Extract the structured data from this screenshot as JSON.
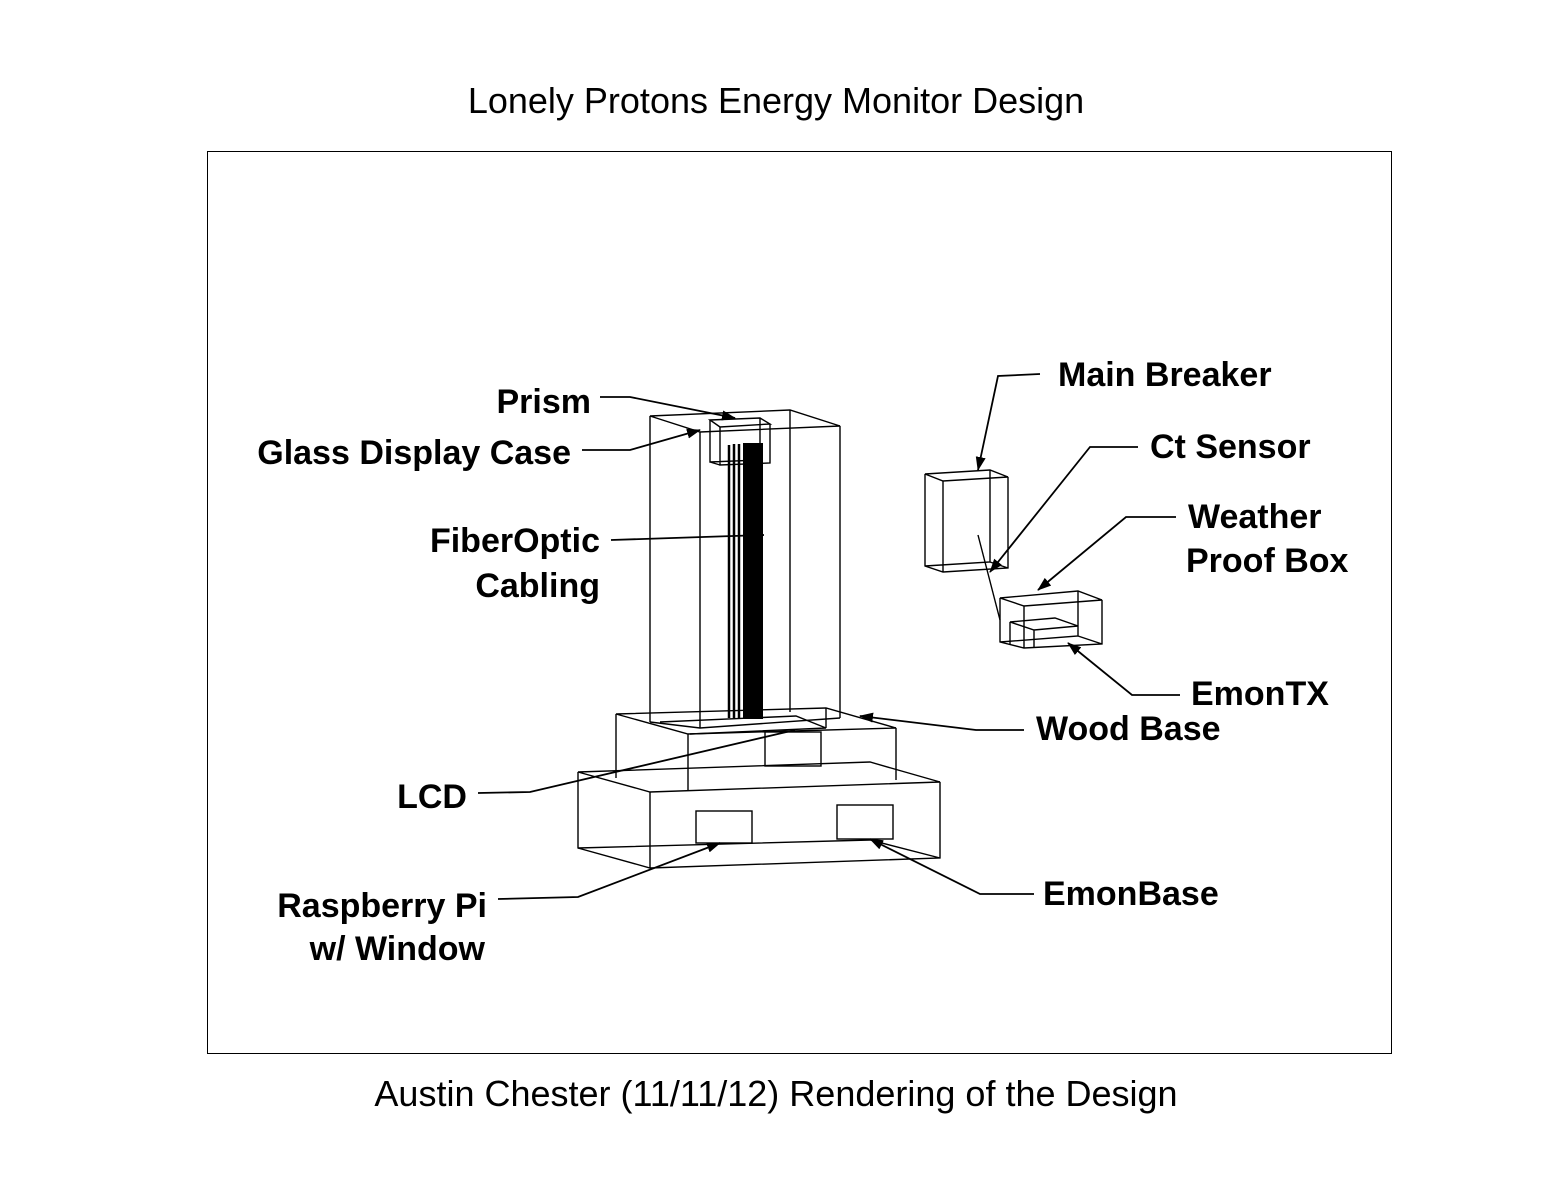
{
  "title": "Lonely Protons Energy Monitor Design",
  "caption": "Austin Chester (11/11/12) Rendering of the Design",
  "labels": {
    "prism": "Prism",
    "glass_display_case": "Glass Display Case",
    "fiber_optic_line1": "FiberOptic",
    "fiber_optic_line2": "Cabling",
    "lcd": "LCD",
    "raspberry_pi_line1": "Raspberry Pi",
    "raspberry_pi_line2": "w/ Window",
    "main_breaker": "Main Breaker",
    "ct_sensor": "Ct Sensor",
    "weather_proof_line1": "Weather",
    "weather_proof_line2": "Proof Box",
    "emontx": "EmonTX",
    "wood_base": "Wood Base",
    "emonbase": "EmonBase"
  }
}
